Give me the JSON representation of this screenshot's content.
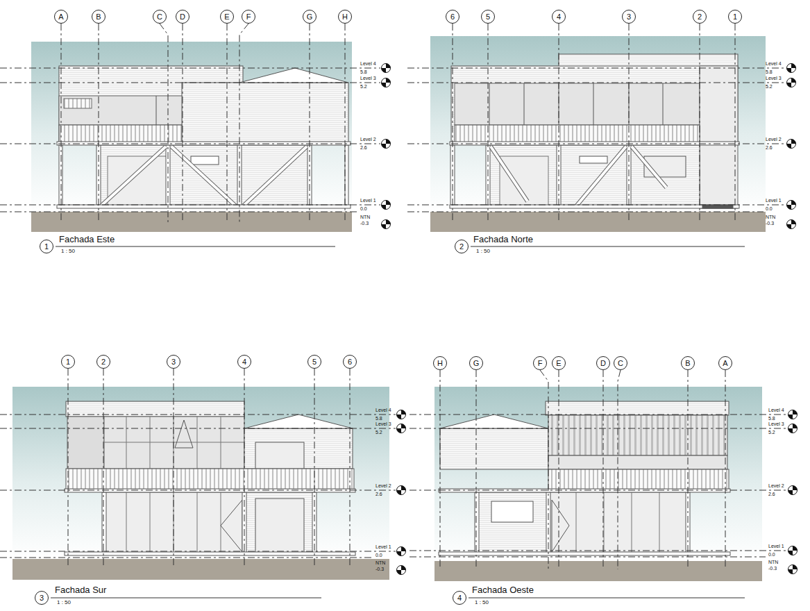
{
  "diagram": {
    "nodes": [
      {
        "text": [
          "A"
        ]
      },
      {
        "text": [
          "B"
        ]
      },
      {
        "text": [
          "C"
        ]
      },
      {
        "text": [
          "D"
        ]
      },
      {
        "text": [
          "E"
        ]
      },
      {
        "text": [
          "F"
        ]
      },
      {
        "text": [
          "G"
        ]
      },
      {
        "text": [
          "H"
        ]
      },
      {
        "text": [
          "6"
        ]
      },
      {
        "text": [
          "5"
        ]
      },
      {
        "text": [
          "4"
        ]
      },
      {
        "text": [
          "3"
        ]
      },
      {
        "text": [
          "2"
        ]
      },
      {
        "text": [
          "1"
        ]
      },
      {
        "text": [
          "1"
        ]
      },
      {
        "text": [
          "2"
        ]
      },
      {
        "text": [
          "1"
        ]
      },
      {
        "text": [
          "2"
        ]
      },
      {
        "text": [
          "3"
        ]
      },
      {
        "text": [
          "4"
        ]
      },
      {
        "text": [
          "5"
        ]
      },
      {
        "text": [
          "6"
        ]
      },
      {
        "text": [
          "H"
        ]
      },
      {
        "text": [
          "G"
        ]
      },
      {
        "text": [
          "F"
        ]
      },
      {
        "text": [
          "E"
        ]
      },
      {
        "text": [
          "D"
        ]
      },
      {
        "text": [
          "C"
        ]
      },
      {
        "text": [
          "B"
        ]
      },
      {
        "text": [
          "A"
        ]
      },
      {
        "text": [
          "3"
        ]
      },
      {
        "text": [
          "4"
        ]
      }
    ],
    "labels": [
      "Level 4",
      "5.8",
      "Level 3",
      "5.2",
      "Level 2",
      "2.6",
      "Level 1",
      "0.0",
      "NTN",
      "-0.3",
      "Fachada Este",
      "1 : 50",
      "Level 4",
      "5.8",
      "Level 3",
      "5.2",
      "Level 2",
      "2.6",
      "Level 1",
      "0.0",
      "NTN",
      "-0.3",
      "Fachada Norte",
      "1 : 50",
      "Level 4",
      "5.8",
      "Level 3",
      "5.2",
      "Level 2",
      "2.6",
      "Level 1",
      "0.0",
      "NTN",
      "-0.3",
      "Fachada Sur",
      "1 : 50",
      "Level 4",
      "5.8",
      "Level 3",
      "5.2",
      "Level 2",
      "2.6",
      "Level 1",
      "0.0",
      "NTN",
      "-0.3",
      "Fachada Oeste",
      "1 : 50"
    ]
  }
}
